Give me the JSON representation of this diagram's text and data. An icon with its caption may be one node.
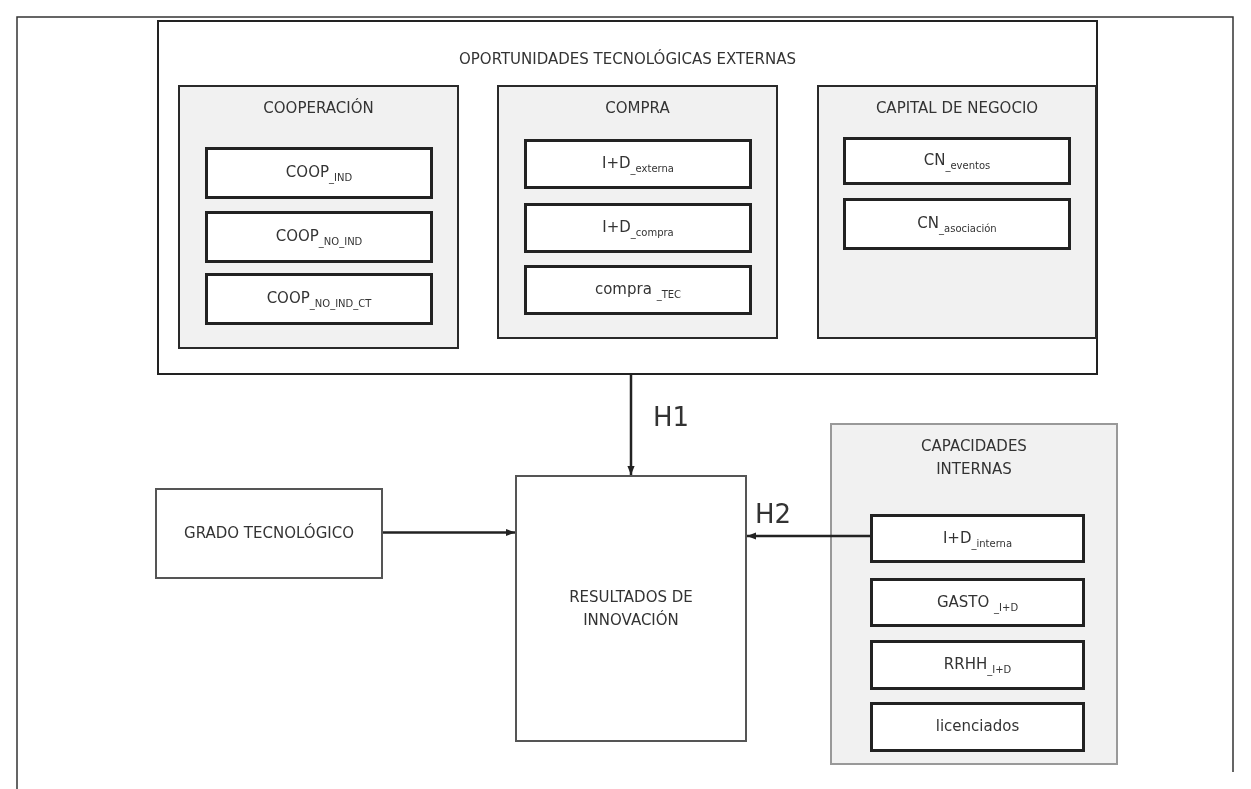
{
  "diagram": {
    "nodes": [
      {
        "text": [
          "OPORTUNIDADES TECNOLÓGICAS EXTERNAS"
        ]
      },
      {
        "text": [
          "COOPERACIÓN"
        ],
        "in": 0
      },
      {
        "text": [
          "COOP$_{_IND}$"
        ],
        "in": 1
      },
      {
        "text": [
          "COOP$_{_NO_IND}$"
        ],
        "in": 1
      },
      {
        "text": [
          "COOP$_{_NO_IND_CT}$"
        ],
        "in": 1
      },
      {
        "text": [
          "COMPRA"
        ],
        "in": 0
      },
      {
        "text": [
          "I+D$_{_externa}$"
        ],
        "in": 5
      },
      {
        "text": [
          "I+D$_{_compra}$"
        ],
        "in": 5
      },
      {
        "text": [
          "compra $_{_TEC}$"
        ],
        "in": 5
      },
      {
        "text": [
          "CAPITAL DE NEGOCIO"
        ],
        "in": 0
      },
      {
        "text": [
          "CN$_{_eventos}$"
        ],
        "in": 9
      },
      {
        "text": [
          "CN$_{_asociación}$"
        ],
        "in": 9
      },
      {
        "text": [
          "GRADO TECNOLÓGICO"
        ]
      },
      {
        "text": [
          "RESULTADOS DE INNOVACIÓN"
        ]
      },
      {
        "text": [
          "CAPACIDADES INTERNAS"
        ]
      },
      {
        "text": [
          "I+D$_{_interna}$"
        ],
        "in": 14
      },
      {
        "text": [
          "GASTO $_{_I+D}$"
        ],
        "in": 14
      },
      {
        "text": [
          "RRHH$_{_I+D}$"
        ],
        "in": 14
      },
      {
        "text": [
          "licenciados"
        ],
        "in": 14
      }
    ],
    "edges": [
      {
        "from": 0,
        "to": 13,
        "arrow": "to",
        "label": "H1"
      },
      {
        "from": 12,
        "to": 13,
        "arrow": "to"
      },
      {
        "from": 15,
        "to": 13,
        "arrow": "to",
        "label": "H2"
      }
    ]
  }
}
